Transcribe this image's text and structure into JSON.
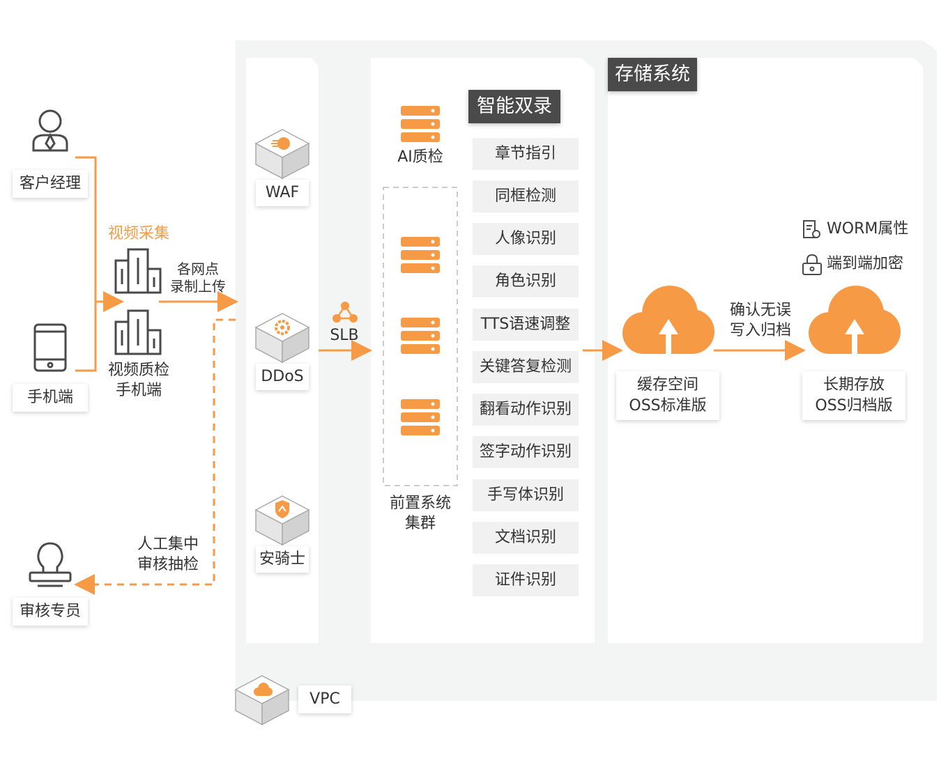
{
  "colors": {
    "accent": "#f79a45",
    "dark_tag": "#4a4a4a",
    "vpc_bg": "#f3f5f5",
    "feature_bg": "#f1f1f1"
  },
  "left": {
    "manager_label": "客户经理",
    "manager_icon": "person-icon",
    "mobile_label": "手机端",
    "mobile_icon": "phone-icon",
    "auditor_label": "审核专员",
    "auditor_icon": "stamp-icon",
    "video_capture": "视频采集",
    "upload_line1": "各网点",
    "upload_line2": "录制上传",
    "video_qc_line1": "视频质检",
    "video_qc_line2": "手机端",
    "manual_line1": "人工集中",
    "manual_line2": "审核抽检"
  },
  "security": {
    "waf": "WAF",
    "ddos": "DDoS",
    "aegis": "安骑士",
    "slb": "SLB"
  },
  "front": {
    "ai_qc": "AI质检",
    "cluster_line1": "前置系统",
    "cluster_line2": "集群"
  },
  "smart": {
    "title": "智能双录",
    "features": [
      "章节指引",
      "同框检测",
      "人像识别",
      "角色识别",
      "TTS语速调整",
      "关键答复检测",
      "翻看动作识别",
      "签字动作识别",
      "手写体识别",
      "文档识别",
      "证件识别"
    ]
  },
  "storage": {
    "title": "存储系统",
    "worm": "WORM属性",
    "e2e": "端到端加密",
    "cache_line1": "缓存空间",
    "cache_line2": "OSS标准版",
    "confirm_line1": "确认无误",
    "confirm_line2": "写入归档",
    "long_line1": "长期存放",
    "long_line2": "OSS归档版"
  },
  "vpc": "VPC"
}
